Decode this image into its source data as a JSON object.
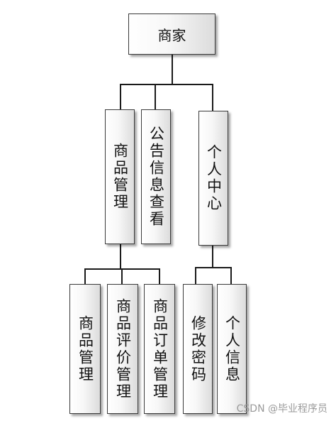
{
  "root": {
    "label": "商家"
  },
  "level1": [
    {
      "label": "商品管理"
    },
    {
      "label": "公告信息查看"
    },
    {
      "label": "个人中心"
    }
  ],
  "level2": [
    {
      "label": "商品管理"
    },
    {
      "label": "商品评价管理"
    },
    {
      "label": "商品订单管理"
    },
    {
      "label": "修改密码"
    },
    {
      "label": "个人信息"
    }
  ],
  "watermark": "CSDN @毕业程序员"
}
